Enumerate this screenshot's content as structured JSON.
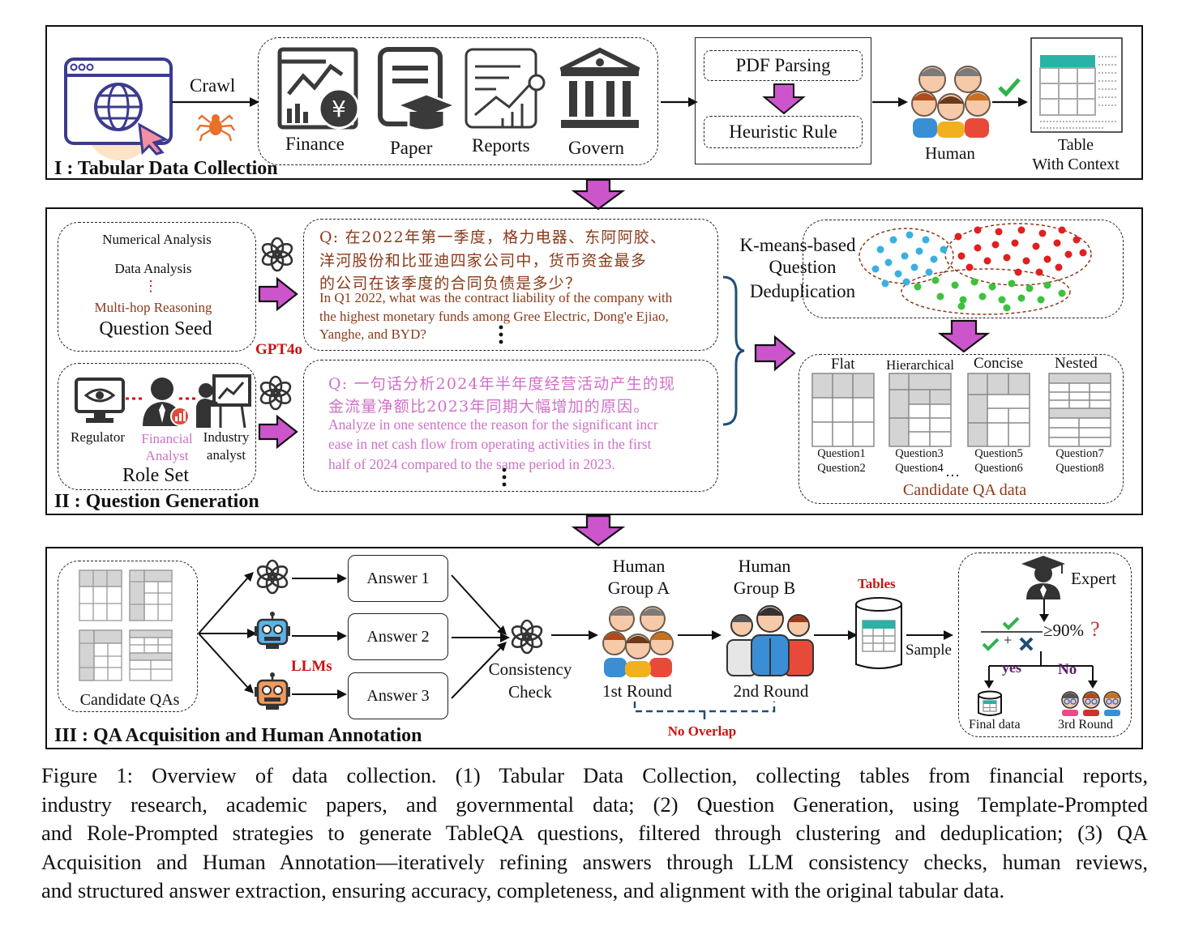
{
  "panel1": {
    "title": "I : Tabular Data Collection",
    "crawl_label": "Crawl",
    "sources": [
      "Finance",
      "Paper",
      "Reports",
      "Govern"
    ],
    "steps": [
      "PDF Parsing",
      "Heuristic Rule"
    ],
    "human_label": "Human",
    "table_label_line1": "Table",
    "table_label_line2": "With Context"
  },
  "panel2": {
    "title": "II : Question Generation",
    "seed_items": [
      "Numerical Analysis",
      "Data Analysis",
      "⋮",
      "Multi-hop Reasoning"
    ],
    "seed_title": "Question Seed",
    "model_label": "GPT4o",
    "roles": [
      "Regulator",
      "Financial Analyst",
      "Industry analyst"
    ],
    "role_financial_line1": "Financial",
    "role_financial_line2": "Analyst",
    "role_industry_line1": "Industry",
    "role_industry_line2": "analyst",
    "role_title": "Role Set",
    "q1_zh_line1": "Q: 在2022年第一季度，格力电器、东阿阿胶、",
    "q1_zh_line2": "洋河股份和比亚迪四家公司中，货币资金最多",
    "q1_zh_line3": "的公司在该季度的合同负债是多少？",
    "q1_en_line1": "In Q1 2022, what was the contract liability of the company with",
    "q1_en_line2": "the highest monetary funds among Gree Electric, Dong'e Ejiao,",
    "q1_en_line3": "Yanghe, and BYD?",
    "q2_zh_line1": "Q: 一句话分析2024年半年度经营活动产生的现",
    "q2_zh_line2": "金流量净额比2023年同期大幅增加的原因。",
    "q2_en_line1": "Analyze in one sentence the reason for the significant incr",
    "q2_en_line2": "ease in net cash flow from operating activities in the first",
    "q2_en_line3": "half of 2024 compared to the same period in 2023.",
    "dedup_line1": "K-means-based",
    "dedup_line2": "Question",
    "dedup_line3": "Deduplication",
    "table_types": [
      "Flat",
      "Hierarchical",
      "Concise",
      "Nested"
    ],
    "questions": [
      "Question1",
      "Question2",
      "Question3",
      "Question4",
      "Question5",
      "Question6",
      "Question7",
      "Question8"
    ],
    "ellipsis": "…",
    "candidate_label": "Candidate QA data"
  },
  "panel3": {
    "title": "III : QA Acquisition and Human Annotation",
    "candidate_label": "Candidate QAs",
    "llm_label": "LLMs",
    "answers": [
      "Answer 1",
      "Answer 2",
      "Answer 3"
    ],
    "consistency_line1": "Consistency",
    "consistency_line2": "Check",
    "group_a_line1": "Human",
    "group_a_line2": "Group A",
    "group_a_round": "1st Round",
    "group_b_line1": "Human",
    "group_b_line2": "Group B",
    "group_b_round": "2nd Round",
    "no_overlap": "No Overlap",
    "tables_label": "Tables",
    "sample_label": "Sample",
    "expert_label": "Expert",
    "threshold": "≥90%",
    "question_mark": "?",
    "plus": "+",
    "yes_label": "yes",
    "no_label": "No",
    "final_label": "Final data",
    "third_round": "3rd Round"
  },
  "caption": {
    "line1": "Figure 1:  Overview of data collection.  (1) Tabular Data Collection, collecting tables from financial reports,",
    "line2": "industry research, academic papers, and governmental data; (2) Question Generation, using Template-Prompted",
    "line3": "and Role-Prompted strategies to generate TableQA questions, filtered through clustering and deduplication; (3) QA",
    "line4": "Acquisition and Human Annotation—iteratively refining answers through LLM consistency checks, human reviews,",
    "line5": "and structured answer extraction, ensuring accuracy, completeness, and alignment with the original tabular data."
  },
  "colors": {
    "magenta": "#cc55cc",
    "brown": "#8b3a1a",
    "red_label": "#cc1111",
    "pink_text": "#d070c8",
    "blue": "#1f4e79"
  }
}
